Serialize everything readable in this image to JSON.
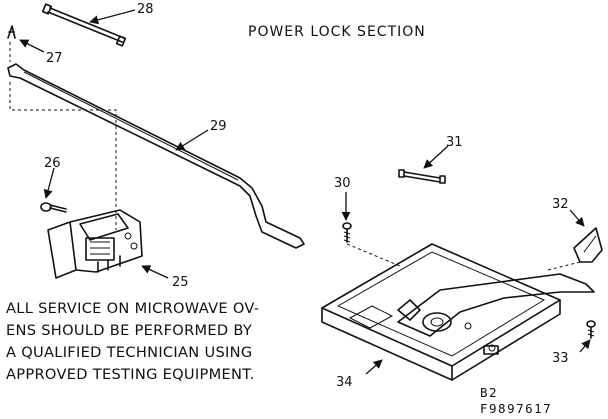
{
  "title": "POWER LOCK SECTION",
  "callouts": {
    "p25": "25",
    "p26": "26",
    "p27": "27",
    "p28": "28",
    "p29": "29",
    "p30": "30",
    "p31": "31",
    "p32": "32",
    "p33": "33",
    "p34": "34"
  },
  "notice_lines": [
    "ALL SERVICE ON MICROWAVE OV-",
    "ENS SHOULD BE PERFORMED BY",
    "A QUALIFIED TECHNICIAN USING",
    "APPROVED TESTING EQUIPMENT."
  ],
  "drawing_code": [
    "B2",
    "F9897617"
  ]
}
